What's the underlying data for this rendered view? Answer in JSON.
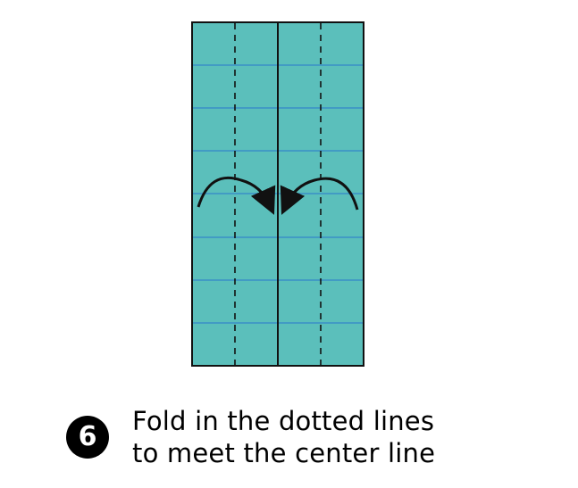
{
  "paper": {
    "color": "#5bbfbb",
    "crease_color": "#3a8fc7",
    "outline_color": "#111111"
  },
  "instruction": {
    "step_number": "6",
    "line1": "Fold in the dotted lines",
    "line2": "to meet the center line"
  }
}
